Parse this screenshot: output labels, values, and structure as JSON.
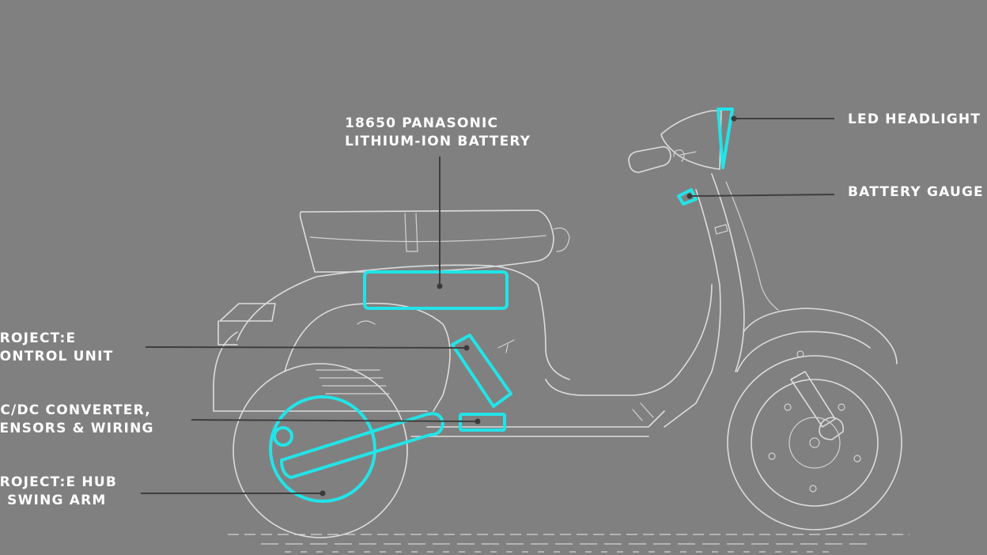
{
  "components": {
    "battery": {
      "line1": "18650 PANASONIC",
      "line2": "LITHIUM-ION BATTERY"
    },
    "headlight": {
      "line1": "LED HEADLIGHT"
    },
    "gauge": {
      "line1": "BATTERY GAUGE"
    },
    "control_unit": {
      "line1": "PROJECT:E",
      "line2": "CONTROL UNIT"
    },
    "converter": {
      "line1": "AC/DC CONVERTER,",
      "line2": "SENSORS & WIRING"
    },
    "hub": {
      "line1": "PROJECT:E HUB",
      "line2": "& SWING ARM"
    }
  },
  "colors": {
    "background": "#808080",
    "component_highlight": "#22e4e8",
    "outline": "#dcdcdc",
    "leader_line": "#3e3e3e",
    "label_text": "#ffffff"
  }
}
